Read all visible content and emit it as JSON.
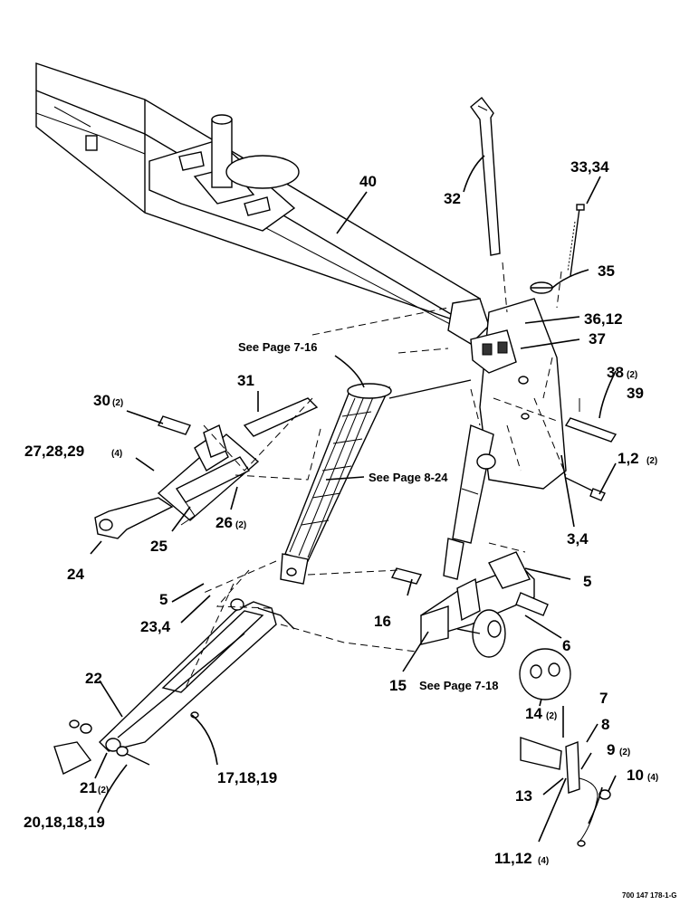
{
  "labels": {
    "l40": "40",
    "l32": "32",
    "l33_34": "33,34",
    "l35": "35",
    "l36_12": "36,12",
    "l37": "37",
    "see_7_16": "See Page 7-16",
    "l31": "31",
    "l30": "30",
    "l30_q": "(2)",
    "l27_29": "27,28,29",
    "l27_29_q": "(4)",
    "l38": "38",
    "l38_q": "(2)",
    "l39": "39",
    "l1_2": "1,2",
    "l1_2_q": "(2)",
    "see_8_24": "See Page 8-24",
    "l26": "26",
    "l26_q": "(2)",
    "l25": "25",
    "l24": "24",
    "l3_4": "3,4",
    "l5a": "5",
    "l5b": "5",
    "l23_4": "23,4",
    "l16": "16",
    "l6": "6",
    "l22": "22",
    "l15": "15",
    "see_7_18": "See Page 7-18",
    "l14": "14",
    "l14_q": "(2)",
    "l7": "7",
    "l8": "8",
    "l9": "9",
    "l9_q": "(2)",
    "l10": "10",
    "l10_q": "(4)",
    "l21": "21",
    "l21_q": "(2)",
    "l17_19": "17,18,19",
    "l13": "13",
    "l20_19": "20,18,18,19",
    "l11_12": "11,12",
    "l11_12_q": "(4)",
    "footer_code": "700 147 178-1-G"
  }
}
